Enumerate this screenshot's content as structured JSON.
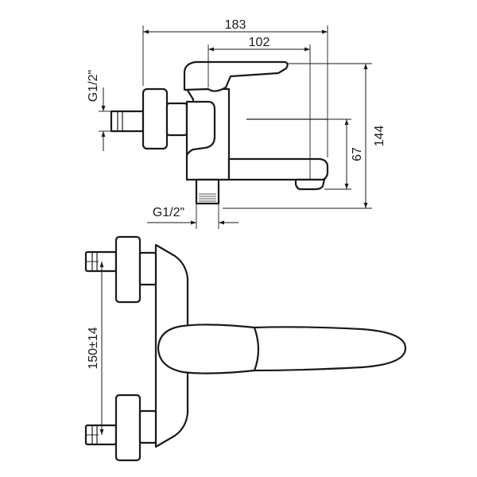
{
  "dimensions": {
    "overall_length": "183",
    "spout_length": "102",
    "overall_height": "144",
    "outlet_height": "67",
    "inlet_thread": "G1/2\"",
    "outlet_thread": "G1/2\"",
    "inlet_spacing": "150±14"
  }
}
